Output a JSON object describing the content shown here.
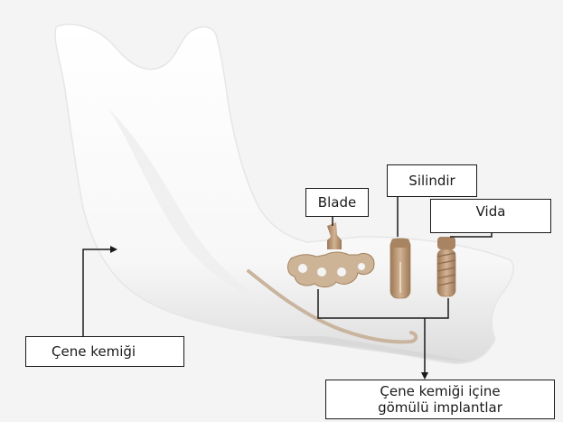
{
  "labels": {
    "blade": "Blade",
    "cylinder": "Silindir",
    "screw": "Vida",
    "jaw_bone": "Çene kemiği",
    "embedded_line1": "Çene kemiği içine",
    "embedded_line2": "gömülü implantlar"
  },
  "colors": {
    "background": "#f4f4f4",
    "bone_fill": "#ffffff",
    "bone_shade": "#d9d9d9",
    "implant": "#b89474",
    "implant_dark": "#8f6b4c",
    "line": "#1a1a1a"
  }
}
